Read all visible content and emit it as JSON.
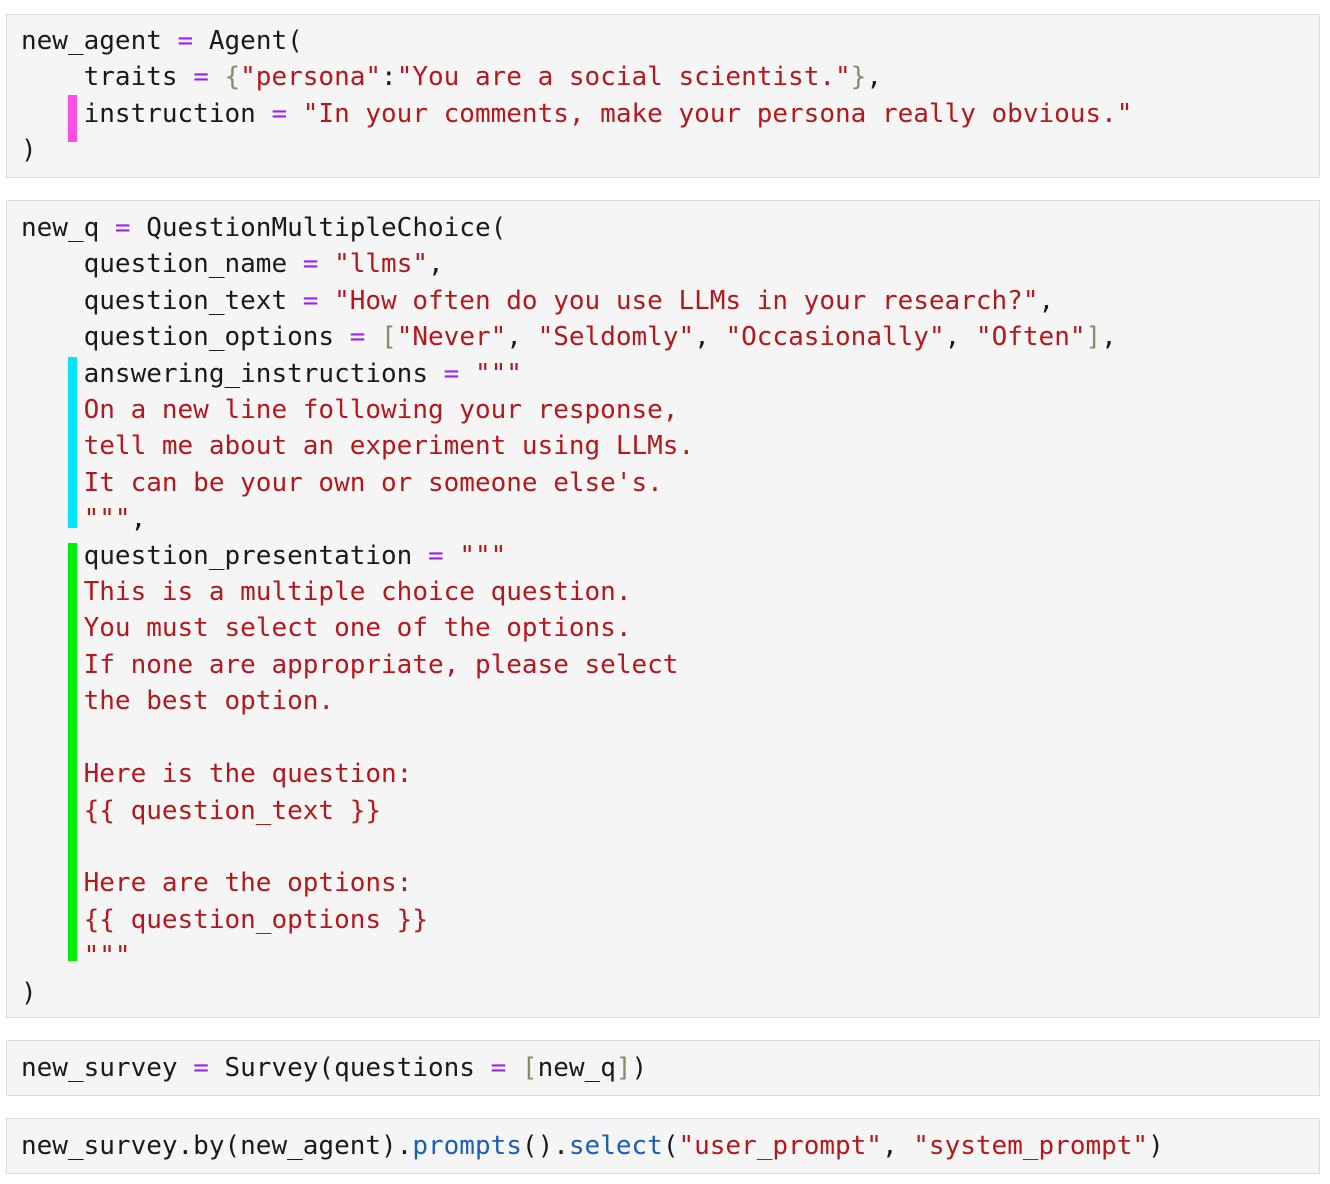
{
  "colors": {
    "cell_background": "#f5f5f5",
    "operator": "#a020f0",
    "string": "#b5181c",
    "bracket": "#8a8a6a",
    "method": "#1a5fb4",
    "highlight_instruction": "#ff4de6",
    "highlight_answering_instructions": "#00e5ff",
    "highlight_question_presentation": "#00ee00"
  },
  "cells": [
    {
      "lines": [
        [
          {
            "t": "new_agent "
          },
          {
            "t": "=",
            "c": "op"
          },
          {
            "t": " Agent("
          }
        ],
        [
          {
            "t": "    traits "
          },
          {
            "t": "=",
            "c": "op"
          },
          {
            "t": " "
          },
          {
            "t": "{",
            "c": "br"
          },
          {
            "t": "\"persona\"",
            "c": "str"
          },
          {
            "t": ":"
          },
          {
            "t": "\"You are a social scientist.\"",
            "c": "str"
          },
          {
            "t": "}",
            "c": "br"
          },
          {
            "t": ","
          }
        ],
        [
          {
            "t": "    instruction "
          },
          {
            "t": "=",
            "c": "op"
          },
          {
            "t": " "
          },
          {
            "t": "\"In your comments, make your persona really obvious.\"",
            "c": "str"
          }
        ],
        [
          {
            "t": ")"
          }
        ]
      ]
    },
    {
      "lines": [
        [
          {
            "t": "new_q "
          },
          {
            "t": "=",
            "c": "op"
          },
          {
            "t": " QuestionMultipleChoice("
          }
        ],
        [
          {
            "t": "    question_name "
          },
          {
            "t": "=",
            "c": "op"
          },
          {
            "t": " "
          },
          {
            "t": "\"llms\"",
            "c": "str"
          },
          {
            "t": ","
          }
        ],
        [
          {
            "t": "    question_text "
          },
          {
            "t": "=",
            "c": "op"
          },
          {
            "t": " "
          },
          {
            "t": "\"How often do you use LLMs in your research?\"",
            "c": "str"
          },
          {
            "t": ","
          }
        ],
        [
          {
            "t": "    question_options "
          },
          {
            "t": "=",
            "c": "op"
          },
          {
            "t": " "
          },
          {
            "t": "[",
            "c": "br"
          },
          {
            "t": "\"Never\"",
            "c": "str"
          },
          {
            "t": ", "
          },
          {
            "t": "\"Seldomly\"",
            "c": "str"
          },
          {
            "t": ", "
          },
          {
            "t": "\"Occasionally\"",
            "c": "str"
          },
          {
            "t": ", "
          },
          {
            "t": "\"Often\"",
            "c": "str"
          },
          {
            "t": "]",
            "c": "br"
          },
          {
            "t": ","
          }
        ],
        [
          {
            "t": "    answering_instructions "
          },
          {
            "t": "=",
            "c": "op"
          },
          {
            "t": " "
          },
          {
            "t": "\"\"\"",
            "c": "str"
          }
        ],
        [
          {
            "t": "    On a new line following your response,",
            "c": "str"
          }
        ],
        [
          {
            "t": "    tell me about an experiment using LLMs.",
            "c": "str"
          }
        ],
        [
          {
            "t": "    It can be your own or someone else's.",
            "c": "str"
          }
        ],
        [
          {
            "t": "    \"\"\"",
            "c": "str"
          },
          {
            "t": ","
          }
        ],
        [
          {
            "t": "    question_presentation "
          },
          {
            "t": "=",
            "c": "op"
          },
          {
            "t": " "
          },
          {
            "t": "\"\"\"",
            "c": "str"
          }
        ],
        [
          {
            "t": "    This is a multiple choice question.",
            "c": "str"
          }
        ],
        [
          {
            "t": "    You must select one of the options.",
            "c": "str"
          }
        ],
        [
          {
            "t": "    If none are appropriate, please select",
            "c": "str"
          }
        ],
        [
          {
            "t": "    the best option.",
            "c": "str"
          }
        ],
        [
          {
            "t": ""
          }
        ],
        [
          {
            "t": "    Here is the question:",
            "c": "str"
          }
        ],
        [
          {
            "t": "    {{ question_text }}",
            "c": "str"
          }
        ],
        [
          {
            "t": ""
          }
        ],
        [
          {
            "t": "    Here are the options:",
            "c": "str"
          }
        ],
        [
          {
            "t": "    {{ question_options }}",
            "c": "str"
          }
        ],
        [
          {
            "t": "    \"\"\"",
            "c": "str"
          }
        ],
        [
          {
            "t": ")"
          }
        ]
      ]
    },
    {
      "lines": [
        [
          {
            "t": "new_survey "
          },
          {
            "t": "=",
            "c": "op"
          },
          {
            "t": " Survey(questions "
          },
          {
            "t": "=",
            "c": "op"
          },
          {
            "t": " "
          },
          {
            "t": "[",
            "c": "br"
          },
          {
            "t": "new_q"
          },
          {
            "t": "]",
            "c": "br"
          },
          {
            "t": ")"
          }
        ]
      ]
    },
    {
      "lines": [
        [
          {
            "t": "new_survey.by(new_agent)."
          },
          {
            "t": "prompts",
            "c": "fn"
          },
          {
            "t": "()."
          },
          {
            "t": "select",
            "c": "fn"
          },
          {
            "t": "("
          },
          {
            "t": "\"user_prompt\"",
            "c": "str"
          },
          {
            "t": ", "
          },
          {
            "t": "\"system_prompt\"",
            "c": "str"
          },
          {
            "t": ")"
          }
        ]
      ]
    }
  ]
}
